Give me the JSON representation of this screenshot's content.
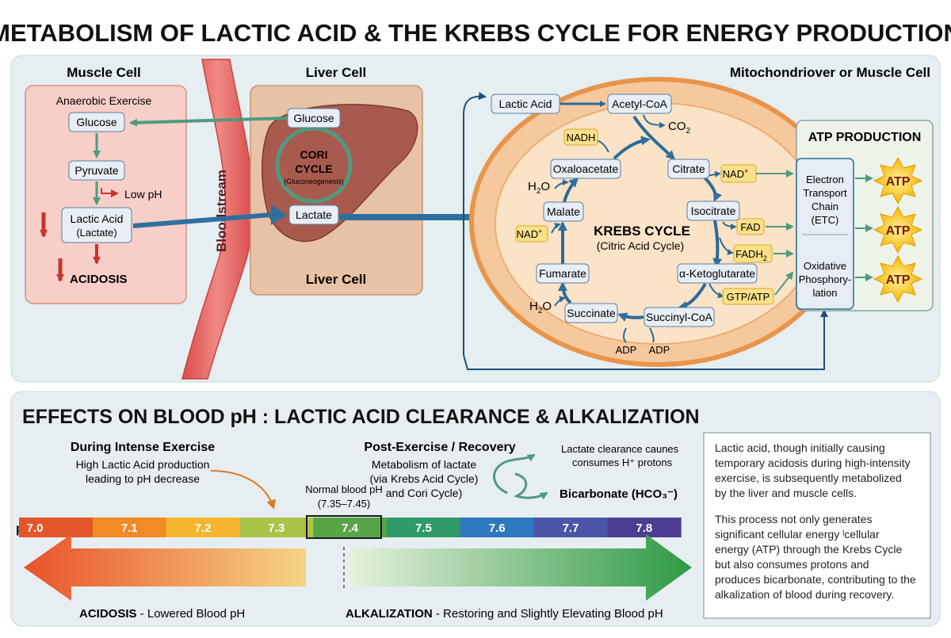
{
  "title": "METABOLISM OF LACTIC ACID & THE KREBS CYCLE FOR ENERGY PRODUCTION",
  "top": {
    "muscle": {
      "heading": "Muscle Cell",
      "sublabel": "Anaerobic Exercise",
      "glucose": "Glucose",
      "pyruvate": "Pyruvate",
      "low_ph": "Low pH",
      "lactic_acid_1": "Lactic Acid",
      "lactic_acid_2": "(Lactate)",
      "acidosis": "ACIDOSIS"
    },
    "bloodstream": "Bloodstream",
    "liver": {
      "heading": "Liver Cell",
      "glucose": "Glucose",
      "cori_1": "CORI",
      "cori_2": "CYCLE",
      "cori_sub": "(Gluconeogenesis)",
      "lactate": "Lactate",
      "footer": "Liver Cell"
    },
    "mito": {
      "heading": "Mitochondriover or Muscle Cell",
      "lactic_acid": "Lactic Acid",
      "acetyl": "Acetyl-CoA",
      "co2": "CO",
      "co2_sub": "2",
      "nadh": "NADH",
      "oxaloacetate": "Oxaloacetate",
      "citrate": "Citrate",
      "nad_plus_1": "NAD",
      "plus": "+",
      "h2o_1": "H",
      "h2o_sub": "2",
      "h2o_o": "O",
      "malate": "Malate",
      "isocitrate": "Isocitrate",
      "nad_plus_2": "NAD",
      "krebs_title": "KREBS CYCLE",
      "krebs_sub": "(Citric Acid Cycle)",
      "fad": "FAD",
      "fadh2": "FADH",
      "fadh2_sub": "2",
      "fumarate": "Fumarate",
      "ketoglutarate": "α-Ketoglutarate",
      "h2o_2": "H",
      "succinate": "Succinate",
      "succinyl": "Succinyl-CoA",
      "gtp": "GTP/ATP",
      "adp_1": "ADP",
      "adp_2": "ADP"
    },
    "atp": {
      "heading": "ATP PRODUCTION",
      "etc_1": "Electron",
      "etc_2": "Transport",
      "etc_3": "Chain",
      "etc_4": "(ETC)",
      "ox_1": "Oxidative",
      "ox_2": "Phosphory-",
      "ox_3": "lation",
      "atp_label": "ATP"
    }
  },
  "bottom": {
    "heading": "EFFECTS ON BLOOD pH : LACTIC ACID CLEARANCE & ALKALIZATION",
    "exercise_title": "During Intense Exercise",
    "exercise_1": "High Lactic Acid production",
    "exercise_2": "leading to pH decrease",
    "recovery_title": "Post-Exercise / Recovery",
    "recovery_1": "Metabolism of lactate",
    "recovery_2": "(via Krebs Acid Cycle)",
    "recovery_3": "and Cori Cycle)",
    "clearance_1": "Lactate clearance caunes",
    "clearance_2": "consumes H⁺ protons",
    "bicarbonate": "Bicarbonate (HCO₃⁻)",
    "normal_1": "Normal blood pH",
    "normal_2": "(7.35–7.45)",
    "ph_label": "pH",
    "scale": [
      "7.0",
      "7.1",
      "7.2",
      "7.3",
      "7.4",
      "7.5",
      "7.6",
      "7.7",
      "7.8"
    ],
    "scale_colors": [
      "#e4552a",
      "#f28a26",
      "#f5b52e",
      "#a9c447",
      "#58a548",
      "#2f9a6a",
      "#2e78bd",
      "#4a55a8",
      "#4b3d92"
    ],
    "acidosis_bold": "ACIDOSIS",
    "acidosis_rest": " - Lowered Blood pH",
    "alk_bold": "ALKALIZATION",
    "alk_rest": " - Restoring and Slightly Elevating Blood pH",
    "note_p1": [
      "Lactic acid, though initially causing",
      "temporary acidosis during high-intensity",
      "exercise, is subsequently metabolized",
      "by the liver and muscle cells."
    ],
    "note_p2": [
      "This process not only generates",
      "significant cellular energy ˡcellular",
      "energy (ATP) through the Krebs Cycle",
      "but also consumes protons and",
      "produces bicarbonate, contributing to the",
      "alkalization of blood during recovery."
    ]
  }
}
